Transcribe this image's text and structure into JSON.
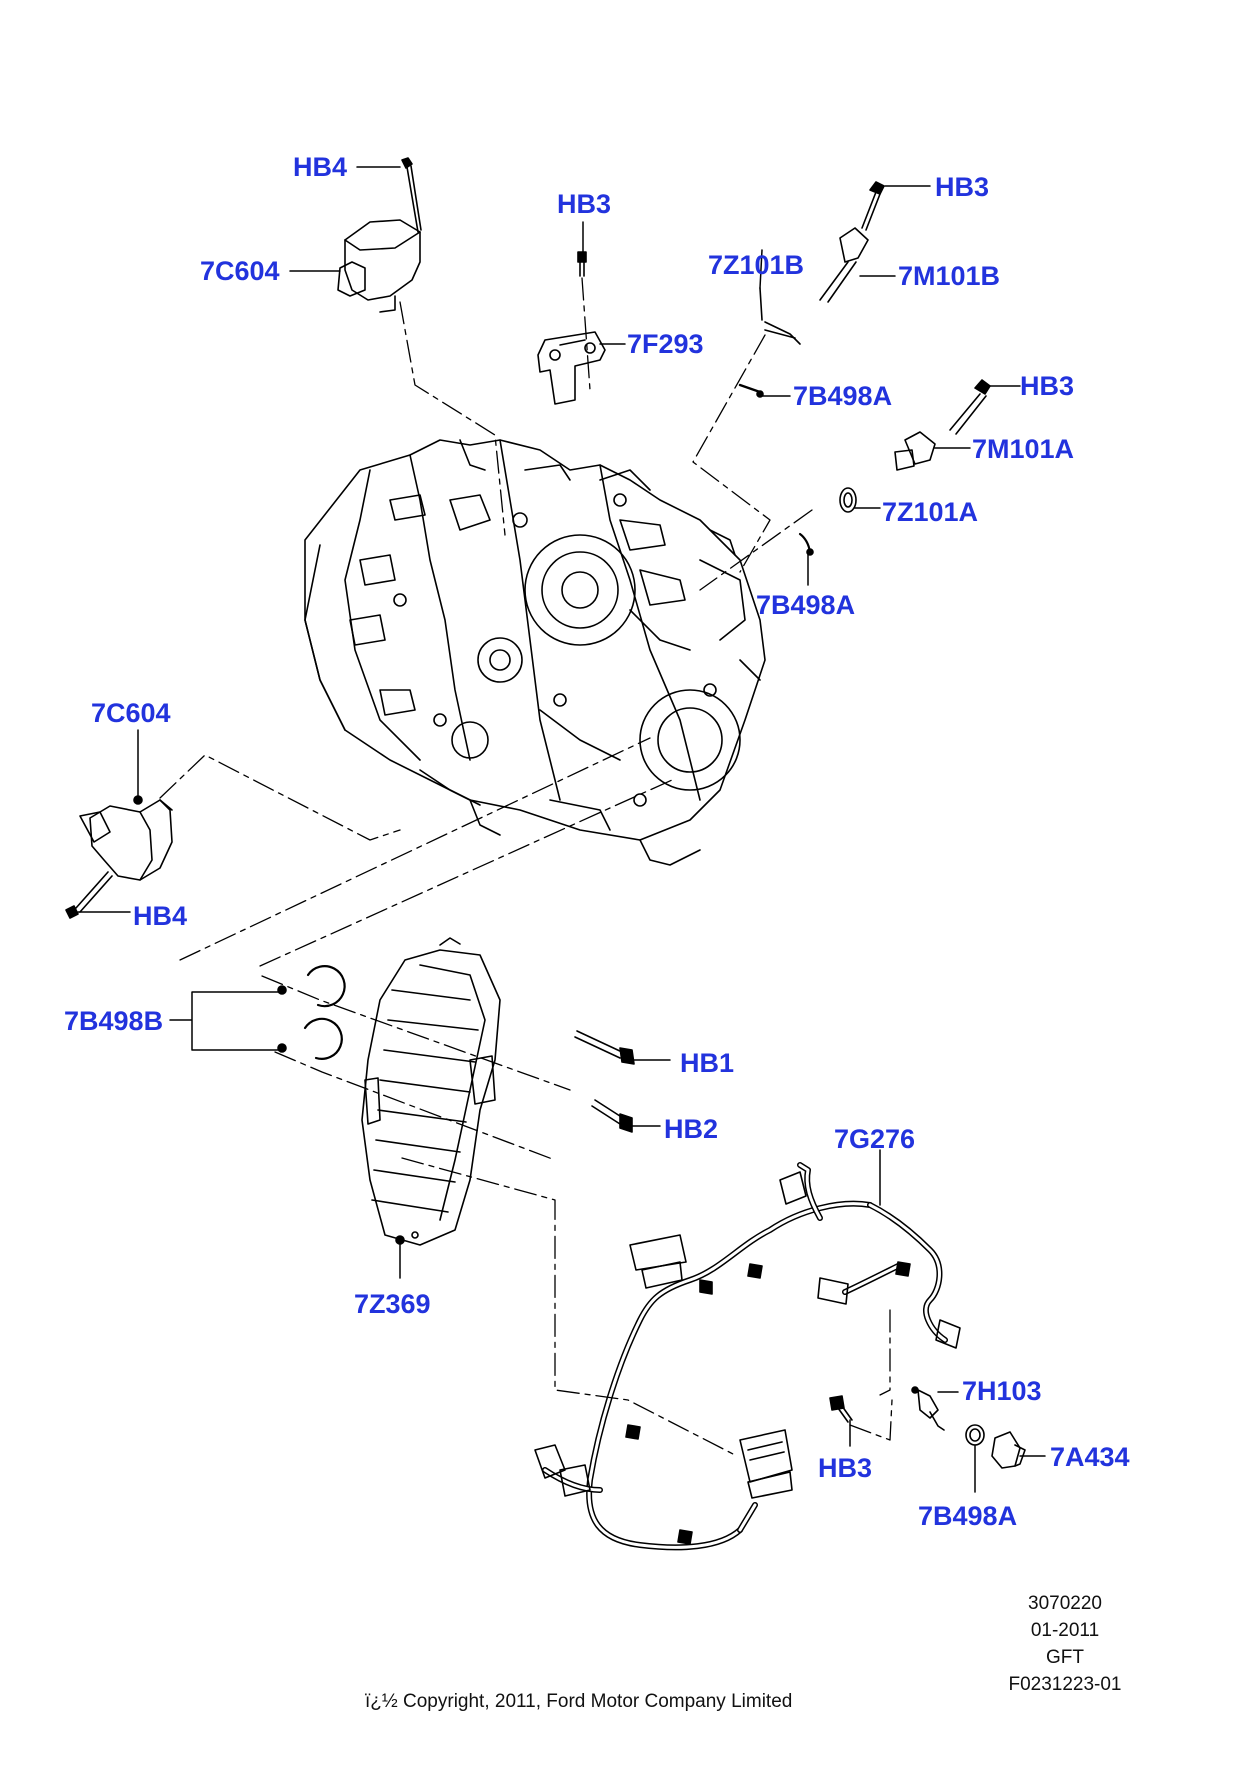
{
  "colors": {
    "callout": "#2233dd",
    "line": "#000000",
    "text": "#111111",
    "background": "#ffffff"
  },
  "callouts": {
    "hb4_top": "HB4",
    "c604_top": "7C604",
    "hb3_center": "HB3",
    "f293": "7F293",
    "hb3_top_right": "HB3",
    "z101b": "7Z101B",
    "m101b": "7M101B",
    "b498a_upper": "7B498A",
    "hb3_right": "HB3",
    "m101a": "7M101A",
    "z101a": "7Z101A",
    "b498a_mid": "7B498A",
    "c604_left": "7C604",
    "hb4_left": "HB4",
    "b498b": "7B498B",
    "hb1": "HB1",
    "hb2": "HB2",
    "g276": "7G276",
    "z369": "7Z369",
    "h103": "7H103",
    "hb3_bottom": "HB3",
    "a434": "7A434",
    "b498a_bottom": "7B498A"
  },
  "footer": {
    "ref_number": "3070220",
    "date": "01-2011",
    "code": "GFT",
    "figure_id": "F0231223-01",
    "copyright": "ï¿½ Copyright, 2011, Ford Motor Company Limited"
  }
}
